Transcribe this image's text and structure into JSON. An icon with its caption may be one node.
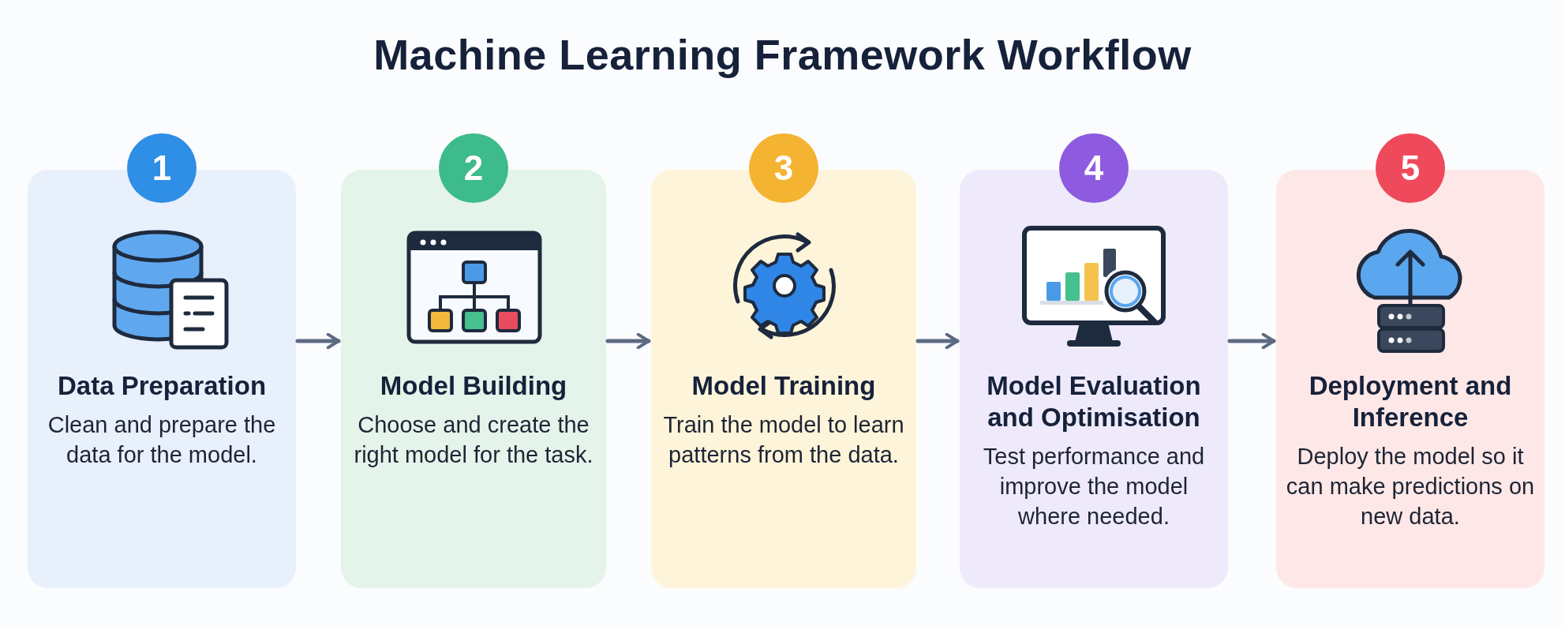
{
  "diagram": {
    "title": "Machine Learning Framework Workflow",
    "nodes": [
      {
        "text": [
          "1",
          "Data Preparation",
          "Clean and prepare the data for the model."
        ]
      },
      {
        "text": [
          "2",
          "Model Building",
          "Choose and create the right model for the task."
        ]
      },
      {
        "text": [
          "3",
          "Model Training",
          "Train the model to learn patterns from the data."
        ]
      },
      {
        "text": [
          "4",
          "Model Evaluation and Optimisation",
          "Test performance and improve the model where needed."
        ]
      },
      {
        "text": [
          "5",
          "Deployment and Inference",
          "Deploy the model so it can make predictions on new data."
        ]
      }
    ],
    "edges": [
      {
        "from": 0,
        "to": 1,
        "arrow": "to"
      },
      {
        "from": 1,
        "to": 2,
        "arrow": "to"
      },
      {
        "from": 2,
        "to": 3,
        "arrow": "to"
      },
      {
        "from": 3,
        "to": 4,
        "arrow": "to"
      }
    ]
  }
}
